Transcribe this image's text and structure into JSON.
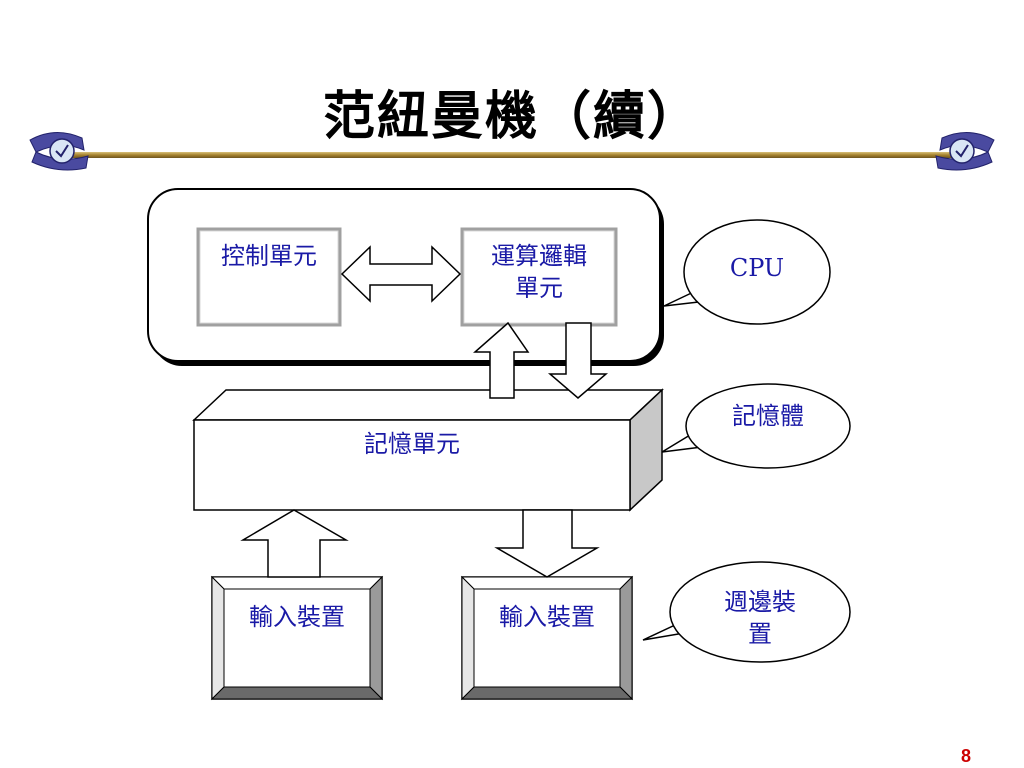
{
  "title": "范紐曼機（續）",
  "diagram": {
    "control_unit": "控制單元",
    "alu_line1": "運算邏輯",
    "alu_line2": "單元",
    "memory_unit": "記憶單元",
    "io_left": "輸入裝置",
    "io_right": "輸入裝置",
    "callout_cpu": "CPU",
    "callout_memory": "記憶體",
    "callout_peripheral_line1": "週邊裝",
    "callout_peripheral_line2": "置"
  },
  "page_number": "8",
  "colors": {
    "text_blue": "#1a1aa6",
    "page_number": "#cc0000",
    "rule_gold": "#a6832f"
  }
}
